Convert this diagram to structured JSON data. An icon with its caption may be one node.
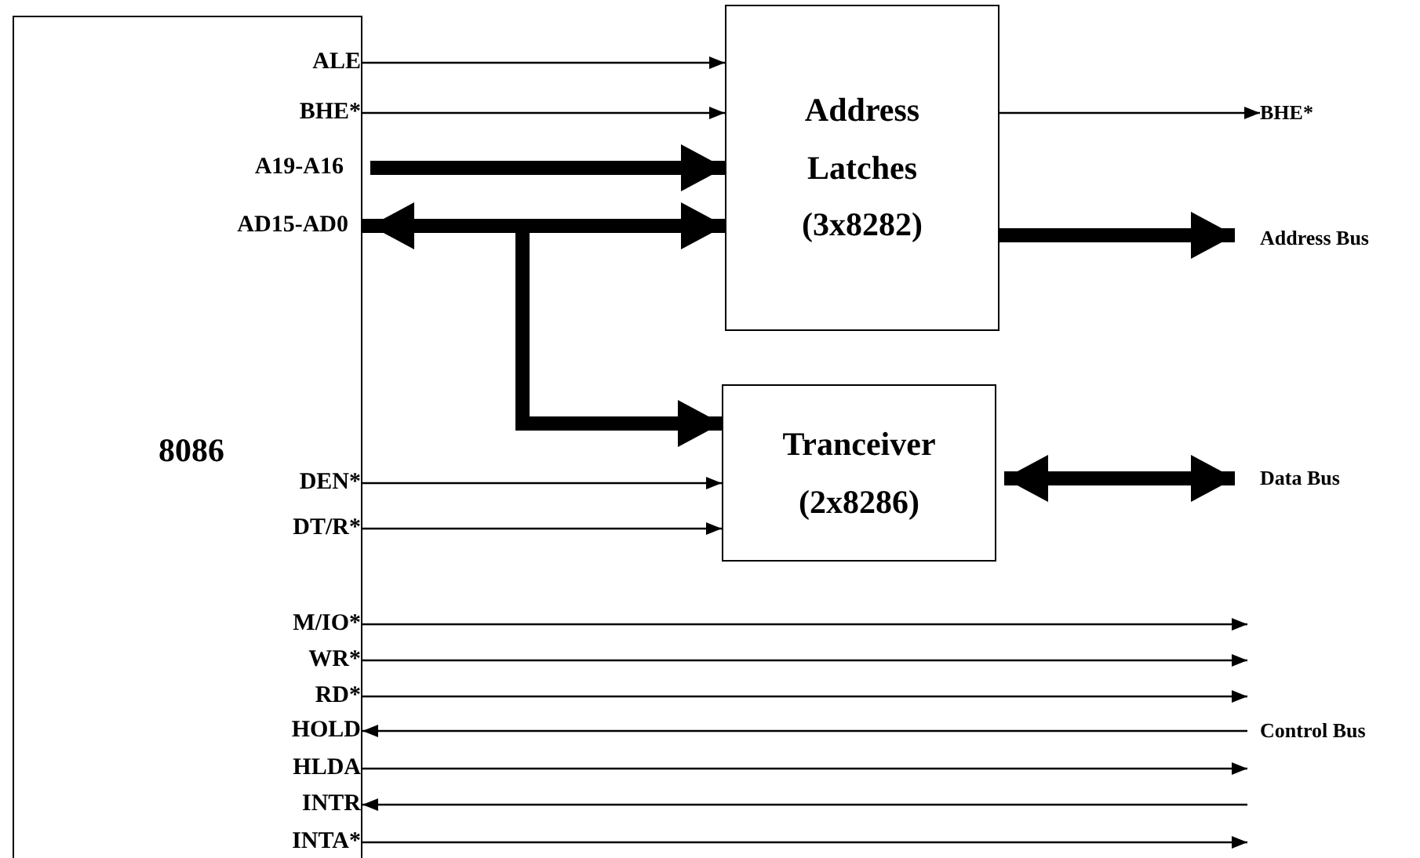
{
  "diagram": {
    "nodes": [
      {
        "text": [
          "8086"
        ]
      },
      {
        "text": [
          "Address Latches (3x8282)"
        ]
      },
      {
        "text": [
          "Tranceiver (2x8286)"
        ]
      },
      {
        "text": [
          "BHE*"
        ]
      },
      {
        "text": [
          "Address Bus"
        ]
      },
      {
        "text": [
          "Data Bus"
        ]
      }
    ],
    "edges": [
      {
        "from": 0,
        "to": 1,
        "arrow": "to"
      },
      {
        "from": 0,
        "to": 1,
        "arrow": "to"
      },
      {
        "from": 0,
        "to": 1,
        "arrow": "to",
        "style": "thick"
      },
      {
        "from": 0,
        "to": 1,
        "arrow": "both",
        "style": "thick"
      },
      {
        "from": 0,
        "to": 2,
        "arrow": "to",
        "style": "thick"
      },
      {
        "from": 0,
        "to": 2,
        "arrow": "to"
      },
      {
        "from": 0,
        "to": 2,
        "arrow": "to"
      },
      {
        "from": 1,
        "to": 3,
        "arrow": "to"
      },
      {
        "from": 1,
        "to": 4,
        "arrow": "to",
        "style": "thick"
      },
      {
        "from": 2,
        "to": 5,
        "arrow": "both",
        "style": "thick"
      },
      {
        "from": 0,
        "to": null,
        "arrow": "to"
      },
      {
        "from": 0,
        "to": null,
        "arrow": "to"
      },
      {
        "from": 0,
        "to": null,
        "arrow": "to"
      },
      {
        "from": null,
        "to": 0,
        "arrow": "to"
      },
      {
        "from": 0,
        "to": null,
        "arrow": "to"
      },
      {
        "from": null,
        "to": 0,
        "arrow": "to"
      },
      {
        "from": 0,
        "to": null,
        "arrow": "to"
      }
    ],
    "labels": [
      "ALE",
      "BHE*",
      "A19-A16",
      "AD15-AD0",
      "DEN*",
      "DT/R*",
      "M/IO*",
      "WR*",
      "RD*",
      "HOLD",
      "HLDA",
      "INTR",
      "INTA*",
      "Control Bus"
    ]
  }
}
